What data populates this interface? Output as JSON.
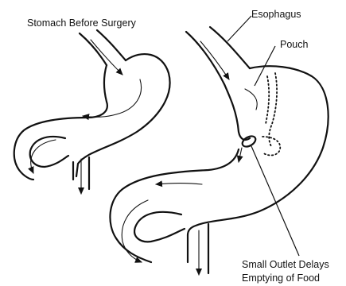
{
  "labels": {
    "before": "Stomach Before Surgery",
    "esophagus": "Esophagus",
    "pouch": "Pouch",
    "outlet_line1": "Small Outlet Delays",
    "outlet_line2": "Emptying of Food"
  },
  "colors": {
    "ink": "#111111",
    "background": "#ffffff"
  }
}
